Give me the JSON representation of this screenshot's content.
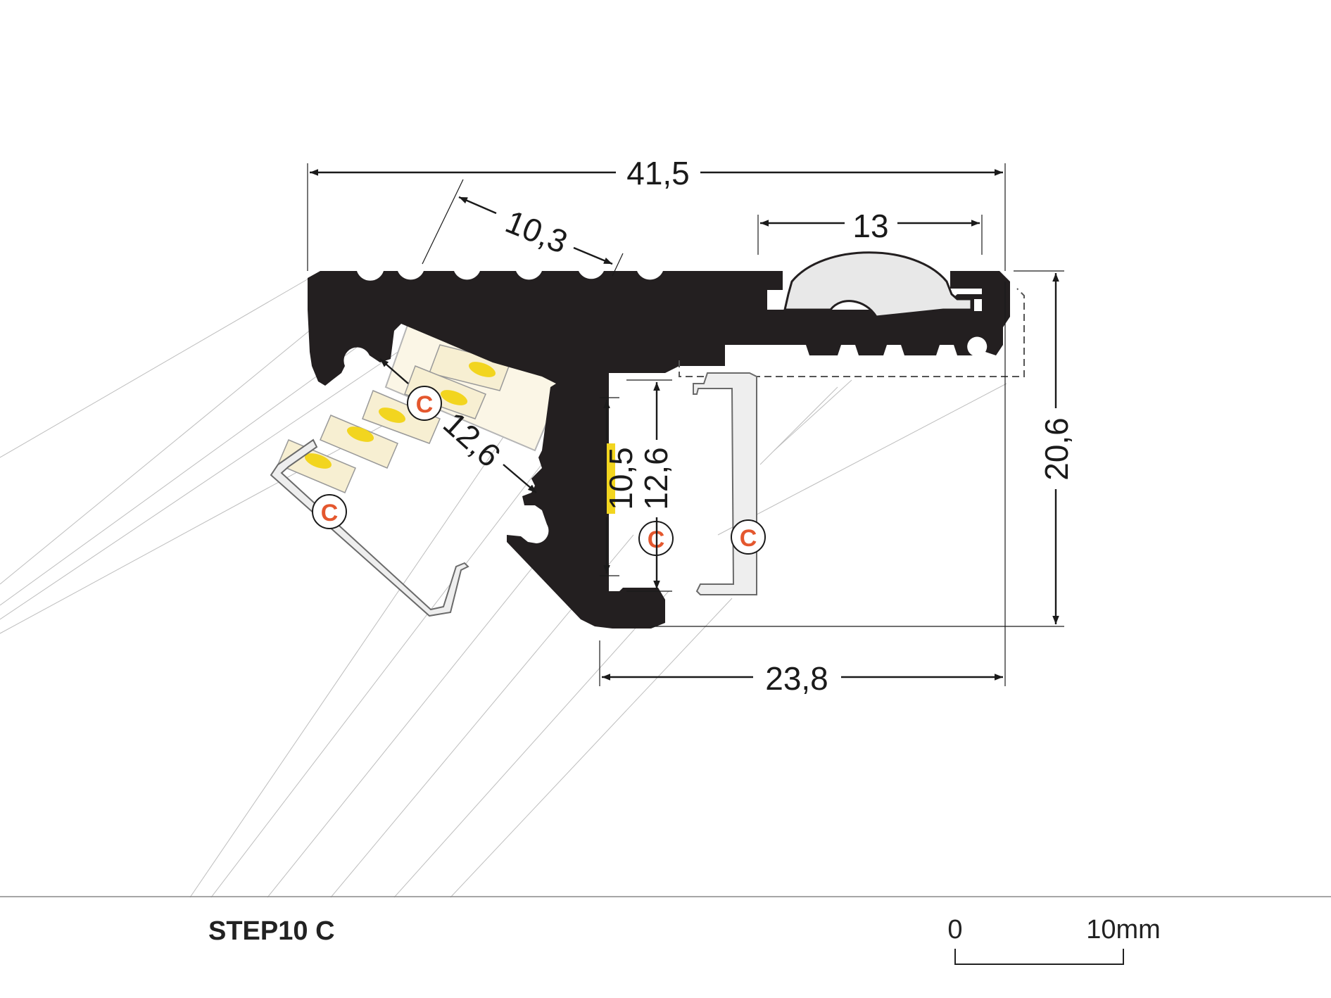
{
  "product": {
    "name": "STEP10 C"
  },
  "dimensions": {
    "overall_width": "41,5",
    "groove_span": "10,3",
    "diffuser_width": "13",
    "angled_strip_width": "12,6",
    "vertical_strip_height": "10,5",
    "vertical_channel_height": "12,6",
    "total_height": "20,6",
    "base_width": "23,8"
  },
  "scale_bar": {
    "zero_label": "0",
    "end_label": "10mm"
  },
  "markers": {
    "clip_symbol": "C"
  },
  "colors": {
    "profile": "#231f20",
    "diffuser": "#e8e8e8",
    "clip_marker": "#e4572e",
    "led": "#f2d51f",
    "led_strip": "#f7efd2"
  }
}
